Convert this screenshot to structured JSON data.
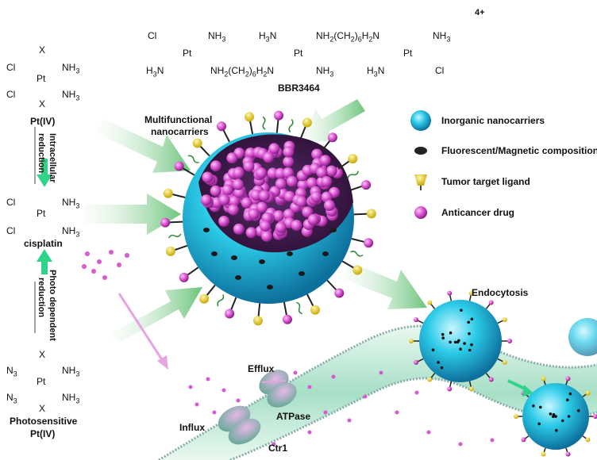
{
  "molecules": {
    "pt_iv": {
      "x": "X",
      "cl": "Cl",
      "pt": "Pt",
      "nh3": "NH3"
    },
    "cisplatin": {
      "cl": "Cl",
      "pt": "Pt",
      "nh3": "NH3"
    },
    "photosensitive": {
      "x": "X",
      "n3": "N3",
      "pt": "Pt",
      "nh3": "NH3"
    },
    "bbr": {
      "cl": "Cl",
      "pt": "Pt",
      "nh3": "NH3",
      "h3n": "H3N",
      "linker_left": "NH2(CH2)6H2N",
      "linker_right": "NH2(CH2)6H2N",
      "charge": "4+"
    }
  },
  "labels": {
    "pt_iv": "Pt(IV)",
    "intracellular": "Intracellular",
    "reduction": "reduction",
    "cisplatin": "cisplatin",
    "photo_dependent": "Photo dependent",
    "reduction2": "reduction",
    "photosensitive_1": "Photosensitive",
    "photosensitive_2": "Pt(IV)",
    "bbr3464": "BBR3464",
    "multifunctional_1": "Multifunctional",
    "multifunctional_2": "nanocarriers",
    "endocytosis": "Endocytosis",
    "efflux": "Efflux",
    "atpase": "ATPase",
    "influx": "Influx",
    "ctr1": "Ctr1"
  },
  "legend": [
    {
      "label": "Inorganic nanocarriers",
      "icon": "sphere-icon"
    },
    {
      "label": "Fluorescent/Magnetic composition",
      "icon": "black-dot-icon"
    },
    {
      "label": "Tumor target ligand",
      "icon": "yellow-ligand-icon"
    },
    {
      "label": "Anticancer drug",
      "icon": "pink-drug-icon"
    }
  ],
  "colors": {
    "nanocarrier": "#1ec8e6",
    "drug": "#e05ad8",
    "ligand": "#f4dc12",
    "arrow": "#7ccf8a",
    "membrane": "#bfe9d6",
    "down_arrow": "#2fd48a"
  }
}
